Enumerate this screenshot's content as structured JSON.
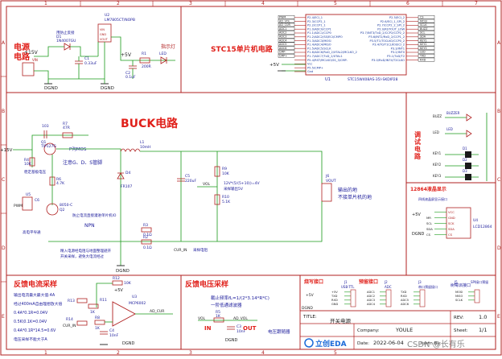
{
  "colors": {
    "frame": "#b02020",
    "wire": "#1a9a1a",
    "part": "#b02020",
    "label": "#1a1a9a",
    "section": "#e0201a",
    "buck": "#e0201a",
    "net": "#1a1a1a",
    "pin": "#b02020",
    "stc": "#1a3aa0",
    "grid": "#b02020"
  },
  "border": {
    "cols": [
      "1",
      "2",
      "3",
      "4",
      "5",
      "6",
      "7"
    ],
    "rows": [
      "A",
      "B",
      "C",
      "D",
      "E"
    ]
  },
  "sections": {
    "power": "电源\n电路",
    "mcu": "STC15单片机电路",
    "buck": "BUCK电路",
    "debug": "调\n试\n电\n路",
    "lcd": "12864液晶显示",
    "current_fb": "反馈电流采样",
    "voltage_fb": "反馈电压采样",
    "burn_port": "烧写接口",
    "reserve_port": "预留接口",
    "rpi_port": "树莓派接口"
  },
  "power": {
    "u2": "U2",
    "u2_part": "LM7805CT/NOPB",
    "d1": "D1",
    "d1_part": "1N4007GU",
    "d1_note": "用防止反接",
    "c1": "C1",
    "c1_val": "0.33uF",
    "c2": "C2",
    "c2_val": "0.1uF",
    "r1": "R1",
    "r1_val": "200R",
    "led": "LED",
    "led_note": "指示灯",
    "vin": "+15V",
    "vout": "+5V",
    "gnd": "DGND",
    "pin_vin": "VIN",
    "pin_vout": "VOUT",
    "pin_gnd": "GND"
  },
  "mcu": {
    "label": "U1",
    "part": "STC15W408AS-35I-SKDIP28",
    "left_pins": [
      "P2.4/ECI_1",
      "P2.3/CCP2_1",
      "P2.2/CCP1_1",
      "P1.0/ADC0/CCP1",
      "P1.1/ADC1/CCP0",
      "P1.2/ADC2/SS/ECI/CMPO",
      "P1.3/ADC3/MOSI",
      "P1.4/ADC4/MISO",
      "P1.5/ADC5/SCLK",
      "P1.6/ADC6/RxD_2/XTAL2/MCLKO_2",
      "P1.7/ADC7/TxD_2/XTAL1",
      "P5.4/RST/MCLKO/SS_3/CMP-",
      "Vcc",
      "P5.5/CMP+",
      "Gnd"
    ],
    "right_pins": [
      "P2.5/ECI_2",
      "P2.6/ECI_1_SPI_2",
      "P2.7/CCP2_2_SPI_2",
      "P2.0/RSTOUT_LOW",
      "P3.7/INT3/TxD_2/CCP2/CCP2_2",
      "P3.6/INT2/RxD_2/CCP1_2",
      "P3.5/T1/T0CLKO/CCP0_2",
      "P3.4/T0/T1CLKO/ECI_2",
      "P3.3/INT1",
      "P3.2/INT0",
      "P3.1/TxD/T2",
      "P3.0/RxD/INT4/T2CLKO"
    ],
    "right_nets": [
      "CS",
      "MOSI",
      "SCLK",
      "BUZZ",
      "SCL",
      "SDA",
      "KEY1",
      "KEY2",
      "KEY3",
      "LED",
      "TXD",
      "RXD"
    ],
    "left_nets": [
      "PWM",
      "AD_VOL",
      "AD_CUR",
      "ADC1",
      "ADC2",
      "ADC3",
      "ADC4",
      "ADC5",
      "ADC6",
      "CMP-",
      "CMP+"
    ],
    "vcc": "+5V",
    "gnd": "GND"
  },
  "buck": {
    "vin": "+15V",
    "c7": "103",
    "r7": "R7",
    "r7_val": "47R",
    "q1": "Q1",
    "q1_part": "TIP127G",
    "p_mos": "P沟MOS",
    "r4": "R4",
    "r4_val": "10K",
    "note_protect": "稳定基极电压",
    "note_gds": "注意G、D、S管脚",
    "r6": "R6",
    "r6_val": "4.7K",
    "q2": "Q2",
    "q2_part": "8050-C",
    "u5": "U5",
    "c6": "C6",
    "pwm": "PWM",
    "note_pwm": "高电平导通",
    "note_npn": "防止电流直接灌进单片机IO",
    "npn": "NPN",
    "l1": "L1",
    "l1_val": "10mH",
    "d4": "D4",
    "d4_part": "FR107",
    "c5": "C5",
    "c5_val": "220uF",
    "r9": "R9",
    "r9_val": "10K",
    "r10": "R10",
    "r10_val": "5.1K",
    "vol_net": "VOL",
    "formula": "12V*(5/(5+10))=4V",
    "formula2": "采样输出5V",
    "j6": "J6",
    "j6_part": "VOUT",
    "output_note1": "输出的地",
    "output_note2": "不接单片机的地",
    "r3": "R3",
    "r3_val": "0.1Ω",
    "r2": "R2",
    "r2_val": "0.1Ω",
    "cur_net": "CUR_IN",
    "sample_res": "采样电阻",
    "note_resistor1": "精入电源经电阻与地面整理避开",
    "note_resistor2": "开关采样，避免大电流经过",
    "gnd": "DGND"
  },
  "debug": {
    "buzz": "BUZZ",
    "led": "LED",
    "key1": "KEY1",
    "key2": "KEY2",
    "key3": "KEY3",
    "buzzer": "BUZZER",
    "led_part": "LED",
    "d_parts": [
      "D1",
      "D2",
      "D3"
    ]
  },
  "lcd": {
    "u4": "U4",
    "part": "LCD12864",
    "note": "四线液晶屏显示接口",
    "vcc": "+5V",
    "gnd": "DGND",
    "pins": [
      "VCC",
      "GND",
      "SCK",
      "SDA",
      "CS"
    ],
    "nets": [
      "MR",
      "SCL",
      "SDA",
      "CS"
    ]
  },
  "current_fb": {
    "r12": "R12",
    "r12_val": "10K",
    "u3": "U3",
    "u3_val": "MCP6002",
    "vdd": "+5V",
    "r13": "R13",
    "r14": "R14",
    "r11": "R11",
    "r11_val": "1K",
    "r8": "R8",
    "r8_val": "1K",
    "c4": "C4",
    "c4_val": "10nF",
    "cur_in": "CUR_IN",
    "ad_cur": "AD_CUR",
    "gnd": "DGND",
    "note": [
      "输出电流最大最大值:4A",
      "经过400mA自由理想放大倍",
      "0.4A*0.1R=0.04V",
      "0.5K\\0.1K=0.04V",
      "0.4A*0.1R*14.5=0.6V",
      "电压采样不能大于A"
    ]
  },
  "voltage_fb": {
    "r5": "R5",
    "r5_val": "1K",
    "c3": "C3",
    "c3_val": "10nF",
    "in_label": "IN",
    "out_label": "OUT",
    "vol": "VOL",
    "ad_vol": "AD_VOL",
    "formula": "截止频率fL=1/(2*3.14*R*C)",
    "filter": "一阶低通滤波器",
    "gnd": "DGND",
    "filter_name": "电压跟随器"
  },
  "ports": {
    "j1": "J1",
    "j1_part": "USB-TTL",
    "j1_pins": [
      "+5V",
      "TXD",
      "RXD",
      "GND"
    ],
    "j2": "J2",
    "j2_part": "ADC",
    "j2_pins": [
      "ADC1",
      "ADC2",
      "ADC3",
      "ADC4"
    ],
    "j3": "J3",
    "j3_part": "串口预留接口",
    "j3_pins": [
      "TXD",
      "RXD",
      "ADC5",
      "ADC6"
    ],
    "j5": "J5",
    "j5_part": "SPI接口预留",
    "j5_pins": [
      "MOSI",
      "MISO",
      "SCLK"
    ],
    "gnd": "DGND",
    "plus5": "+5V"
  },
  "title_block": {
    "title_label": "TITLE:",
    "title": "开关电源",
    "company_label": "Company:",
    "company": "YOULE",
    "date_label": "Date:",
    "date": "2022-06-04",
    "drawn_label": "Drawn By:",
    "rev_label": "REV:",
    "rev": "1.0",
    "sheet_label": "Sheet:",
    "sheet": "1/1",
    "logo": "立创EDA",
    "watermark": "CSDN @长有乐"
  }
}
